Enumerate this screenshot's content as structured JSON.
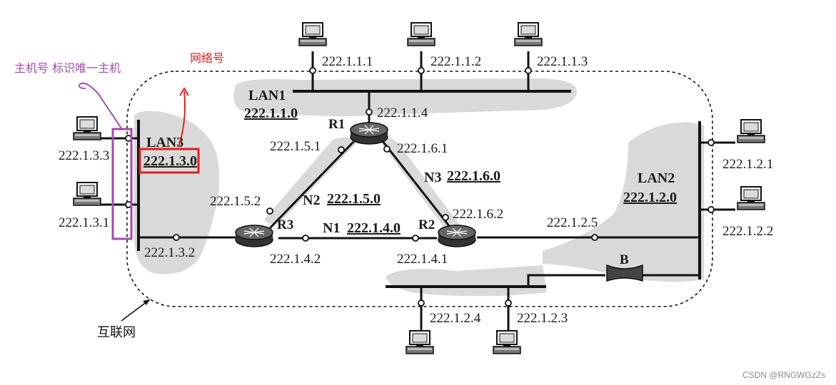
{
  "lans": {
    "lan1": {
      "name": "LAN1",
      "address": "222.1.1.0"
    },
    "lan2": {
      "name": "LAN2",
      "address": "222.1.2.0"
    },
    "lan3": {
      "name": "LAN3",
      "address": "222.1.3.0"
    }
  },
  "links": {
    "n1": {
      "name": "N1",
      "address": "222.1.4.0"
    },
    "n2": {
      "name": "N2",
      "address": "222.1.5.0"
    },
    "n3": {
      "name": "N3",
      "address": "222.1.6.0"
    }
  },
  "routers": {
    "r1": "R1",
    "r2": "R2",
    "r3": "R3"
  },
  "bridge": "B",
  "hosts": {
    "h111": "222.1.1.1",
    "h112": "222.1.1.2",
    "h113": "222.1.1.3",
    "h121": "222.1.2.1",
    "h122": "222.1.2.2",
    "h124": "222.1.2.4",
    "h123": "222.1.2.3",
    "h133": "222.1.3.3",
    "h131": "222.1.3.1"
  },
  "interfaces": {
    "r1_lan1": "222.1.1.4",
    "r1_n2": "222.1.5.1",
    "r1_n3": "222.1.6.1",
    "r3_n2": "222.1.5.2",
    "r3_n1": "222.1.4.2",
    "r3_lan3": "222.1.3.2",
    "r2_n3": "222.1.6.2",
    "r2_n1": "222.1.4.1",
    "r2_lan2": "222.1.2.5"
  },
  "internet_label": "互联网",
  "annotations": {
    "host_id": "主机号 标识唯一主机",
    "network_id": "网络号"
  },
  "colors": {
    "shade": "#d9d9d9",
    "line": "#111111",
    "annotation_purple": "#a24bb0",
    "annotation_red": "#e02020"
  },
  "watermark": "CSDN @RNGWGzZs"
}
